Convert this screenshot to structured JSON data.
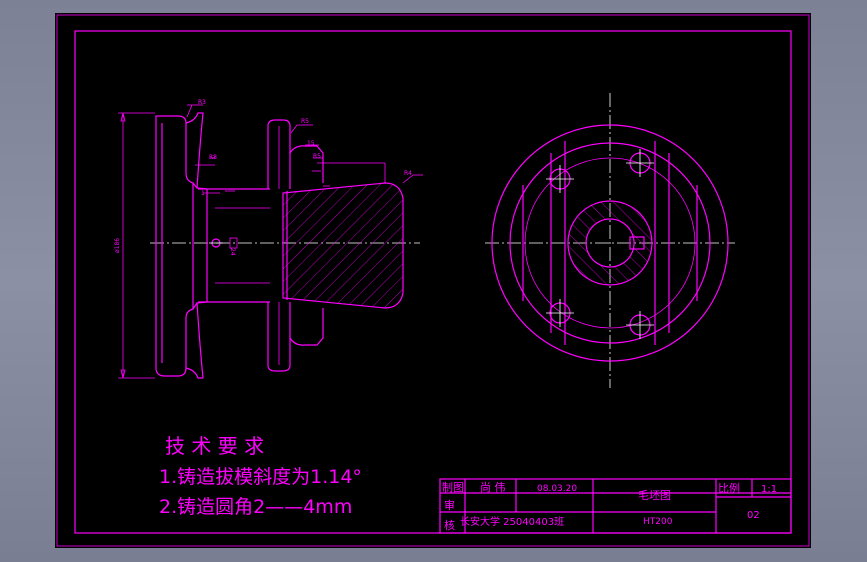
{
  "requirements": {
    "title": "技 术 要 求",
    "item1": "1.铸造拔模斜度为1.14°",
    "item2": "2.铸造圆角2——4mm"
  },
  "title_block": {
    "drawn_label": "制图",
    "drawn_by": "尚 伟",
    "date": "08.03.20",
    "part_name": "毛坯图",
    "scale_label": "比例",
    "scale_value": "1:1",
    "check_label_1": "审",
    "check_label_2": "核",
    "school_class": "长安大学 25040403班",
    "material": "HT200",
    "drawing_no": "02"
  },
  "dimensions": {
    "r3": "R3",
    "r5": "R5",
    "r8": "R8",
    "r15": "15",
    "r25": "R5",
    "r4": "R4",
    "d186": "ø186",
    "d24": "24",
    "d1": "1"
  },
  "colors": {
    "line": "#ff00ff",
    "centerline": "#ffffff",
    "paper": "#000000",
    "desktop": "#7d8196"
  }
}
